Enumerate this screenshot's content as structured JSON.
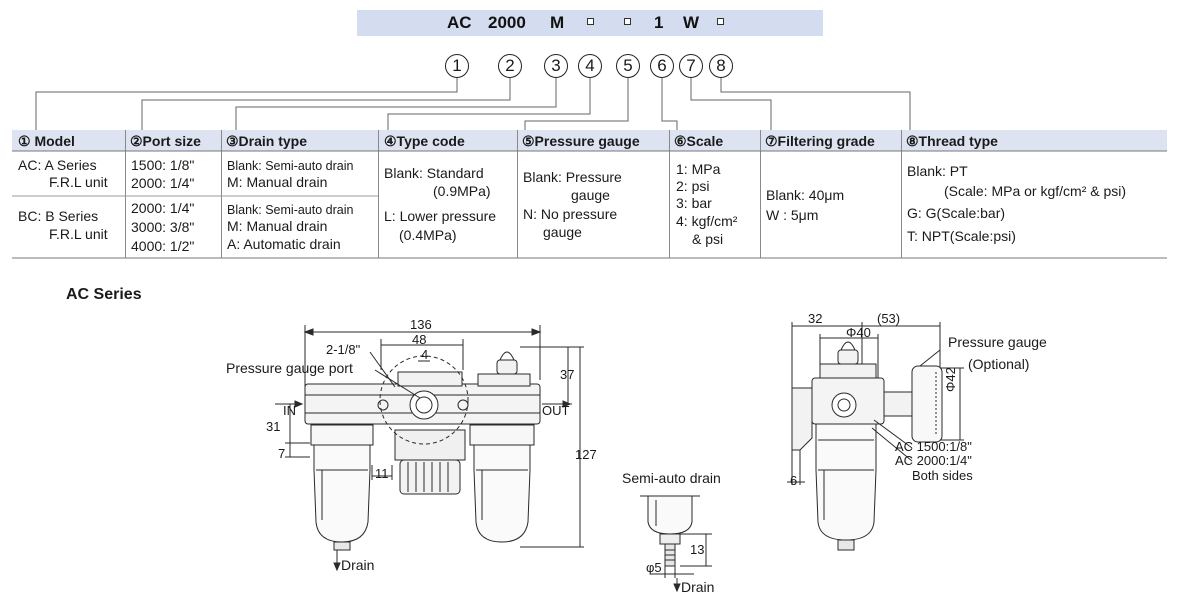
{
  "model_code": {
    "parts": [
      "AC",
      "2000",
      "M",
      "1",
      "W"
    ],
    "numbers": [
      "1",
      "2",
      "3",
      "4",
      "5",
      "6",
      "7",
      "8"
    ]
  },
  "table": {
    "headers": [
      "① Model",
      "②Port size",
      "③Drain type",
      "④Type code",
      "⑤Pressure gauge",
      "⑥Scale",
      "⑦Filtering grade",
      "⑧Thread type"
    ],
    "model": {
      "ac_line1": "AC: A Series",
      "ac_line2": "F.R.L unit",
      "bc_line1": "BC: B Series",
      "bc_line2": "F.R.L unit"
    },
    "port_size": {
      "ac": [
        "1500: 1/8\"",
        "2000: 1/4\""
      ],
      "bc": [
        "2000: 1/4\"",
        "3000: 3/8\"",
        "4000: 1/2\""
      ]
    },
    "drain_type": {
      "ac": [
        "Blank: Semi-auto drain",
        "M: Manual drain"
      ],
      "bc": [
        "Blank: Semi-auto drain",
        "M: Manual drain",
        "A: Automatic drain"
      ]
    },
    "type_code": [
      "Blank: Standard",
      "(0.9MPa)",
      "L: Lower pressure",
      "(0.4MPa)"
    ],
    "pressure_gauge": [
      "Blank: Pressure",
      "gauge",
      "N: No pressure",
      "gauge"
    ],
    "scale": [
      "1: MPa",
      "2: psi",
      "3: bar",
      "4: kgf/cm²",
      "& psi"
    ],
    "filtering_grade": [
      "Blank: 40μm",
      "W : 5μm"
    ],
    "thread_type": [
      "Blank: PT",
      "(Scale: MPa or  kgf/cm² & psi)",
      "G: G(Scale:bar)",
      "T: NPT(Scale:psi)"
    ]
  },
  "section_title": "AC Series",
  "front_view": {
    "pressure_gauge_port": "Pressure gauge port",
    "port_count": "2-1/8\"",
    "in_label": "IN",
    "out_label": "OUT",
    "drain_label": "Drain",
    "dims": {
      "width": "136",
      "center": "48",
      "small": "4",
      "top": "37",
      "height": "127",
      "port_height": "31",
      "offset": "7",
      "bowl": "11"
    }
  },
  "detail_view": {
    "title": "Semi-auto drain",
    "diameter": "φ5",
    "height": "13",
    "drain_label": "Drain"
  },
  "side_view": {
    "gauge_label_1": "Pressure gauge",
    "gauge_label_2": "(Optional)",
    "port_1": "AC 1500:1/8\"",
    "port_2": "AC 2000:1/4\"",
    "both_sides": "Both sides",
    "dims": {
      "left": "32",
      "paren": "(53)",
      "dia40": "Φ40",
      "dia42": "Φ42",
      "bracket": "6"
    }
  }
}
